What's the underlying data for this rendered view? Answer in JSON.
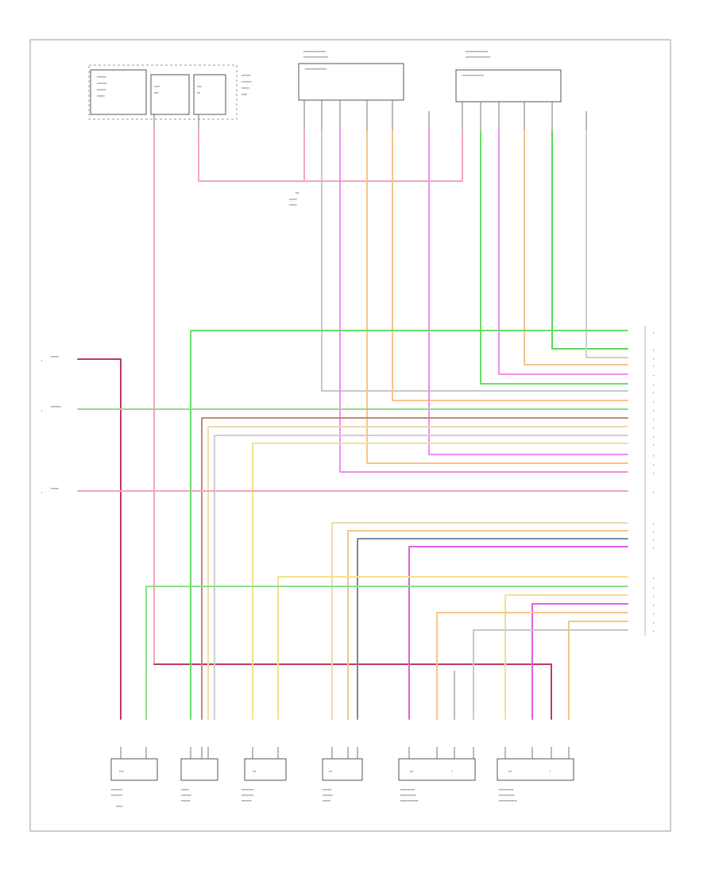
{
  "diagram": {
    "footer_code": "",
    "top_components": [
      {
        "label": ""
      },
      {
        "label": ""
      },
      {
        "label": ""
      }
    ],
    "splice_label": "",
    "wire_colors": {
      "pink": "#f4a6b8",
      "green": "#66e066",
      "magenta": "#f08ef0",
      "orange": "#f7c48a",
      "yellow": "#f4e28c",
      "tan": "#e9dcb4",
      "gray": "#c8c8c8",
      "dark_red": "#c0395a",
      "brown": "#c98a6a",
      "blue_gray": "#7a8a9a",
      "violet": "#e060e0"
    },
    "right_connector_pins": [
      {
        "label": "",
        "wire": "green"
      },
      {
        "label": "",
        "wire": "green"
      },
      {
        "label": "",
        "wire": "gray"
      },
      {
        "label": "",
        "wire": "orange"
      },
      {
        "label": "",
        "wire": "magenta"
      },
      {
        "label": "",
        "wire": "green"
      },
      {
        "label": "",
        "wire": "gray"
      },
      {
        "label": "",
        "wire": "tan"
      },
      {
        "label": "",
        "wire": "green"
      },
      {
        "label": "",
        "wire": "brown"
      },
      {
        "label": "",
        "wire": "tan"
      },
      {
        "label": "",
        "wire": "gray"
      },
      {
        "label": "",
        "wire": "yellow"
      },
      {
        "label": "",
        "wire": "magenta"
      },
      {
        "label": "",
        "wire": "orange"
      },
      {
        "label": "",
        "wire": "magenta"
      },
      {
        "label": "",
        "wire": "pink"
      },
      {
        "label": "",
        "wire": "tan"
      },
      {
        "label": "",
        "wire": "orange"
      },
      {
        "label": "",
        "wire": "blue_gray"
      },
      {
        "label": "",
        "wire": "magenta"
      },
      {
        "label": "",
        "wire": "yellow"
      },
      {
        "label": "",
        "wire": "green"
      },
      {
        "label": "",
        "wire": "yellow"
      },
      {
        "label": "",
        "wire": "magenta"
      },
      {
        "label": "",
        "wire": "orange"
      },
      {
        "label": "",
        "wire": "orange"
      },
      {
        "label": "",
        "wire": "gray"
      }
    ],
    "left_connector_pins": [
      {
        "label": "",
        "wire": "dark_red"
      },
      {
        "label": "",
        "wire": "green"
      },
      {
        "label": "",
        "wire": "pink"
      }
    ],
    "bottom_components": [
      {
        "label": ""
      },
      {
        "label": ""
      },
      {
        "label": ""
      },
      {
        "label": ""
      },
      {
        "label": ""
      },
      {
        "label": ""
      }
    ]
  }
}
